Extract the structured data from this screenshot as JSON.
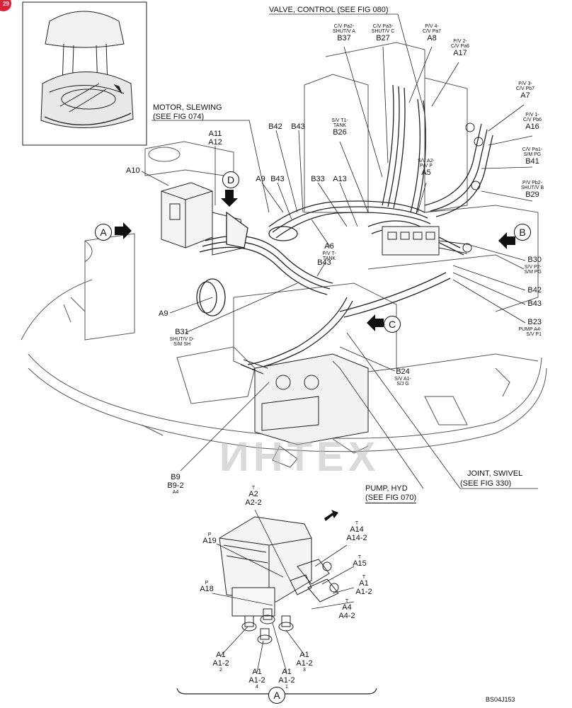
{
  "page_badge": "29",
  "watermark": "ИНТЕХ",
  "drawing_code": "BS04J153",
  "callouts": {
    "valve_control": "VALVE, CONTROL (SEE FIG 080)",
    "motor_slewing_1": "MOTOR, SLEWING",
    "motor_slewing_2": "(SEE FIG 074)",
    "pump_hyd_1": "PUMP, HYD",
    "pump_hyd_2": "(SEE FIG 070)",
    "joint_swivel_1": "JOINT, SWIVEL",
    "joint_swivel_2": "(SEE FIG 330)"
  },
  "view_markers": {
    "a": "A",
    "b": "B",
    "c": "C",
    "d": "D",
    "bottom": "A"
  },
  "labels": {
    "b37_desc1": "C/V Pa2-",
    "b37_desc2": "SHUT/V A",
    "b37": "B37",
    "b27_desc1": "C/V Pa3-",
    "b27_desc2": "SHUT/V C",
    "b27": "B27",
    "a8_desc1": "P/V 4-",
    "a8_desc2": "C/V Pa7",
    "a8": "A8",
    "a17_desc1": "P/V 2-",
    "a17_desc2": "C/V Pa6",
    "a17": "A17",
    "a7_desc1": "P/V 3-",
    "a7_desc2": "C/V Pb7",
    "a7": "A7",
    "a16_desc1": "P/V 1-",
    "a16_desc2": "C/V Pb6",
    "a16": "A16",
    "b41_desc1": "C/V Pa1-",
    "b41_desc2": "S/M PG",
    "b41": "B41",
    "b29_desc1": "P/V Pb2-",
    "b29_desc2": "SHUT/V B",
    "b29": "B29",
    "b26_desc1": "S/V T1-",
    "b26_desc2": "TANK",
    "b26": "B26",
    "a5_desc1": "S/V A2-",
    "a5_desc2": "P/V P",
    "a5": "A5",
    "b42_top": "B42",
    "b43_top": "B43",
    "a11": "A11",
    "a12": "A12",
    "a10": "A10",
    "a9_top": "A9",
    "b43_mid": "B43",
    "b33": "B33",
    "a13": "A13",
    "a6": "A6",
    "a6_desc1": "P/V T-",
    "a6_desc2": "TANK",
    "b43_low": "B43",
    "b30": "B30",
    "b30_desc1": "S/V P2-",
    "b30_desc2": "S/M PG",
    "b42_right": "B42",
    "b43_right": "B43",
    "b23": "B23",
    "b23_desc1": "PUMP A4-",
    "b23_desc2": "S/V P1",
    "a9_left": "A9",
    "b31": "B31",
    "b31_desc1": "SHUT/V D-",
    "b31_desc2": "S/M SH",
    "b24": "B24",
    "b24_desc1": "S/V A1-",
    "b24_desc2": "S/J G",
    "b9": "B9",
    "b9_2": "B9-2",
    "b9_sub": "A4",
    "d_a2_t": "T",
    "d_a2": "A2",
    "d_a2_2": "A2-2",
    "d_a19_p": "P",
    "d_a19": "A19",
    "d_a14_t": "T",
    "d_a14": "A14",
    "d_a14_2": "A14-2",
    "d_a15_t": "T",
    "d_a15": "A15",
    "d_a18_p": "P",
    "d_a18": "A18",
    "d_a1r_t": "T",
    "d_a1r": "A1",
    "d_a1r_2": "A1-2",
    "d_a4_t": "T",
    "d_a4": "A4",
    "d_a4_2": "A4-2",
    "d_a1_a": "A1",
    "d_a1_a2": "A1-2",
    "d_a1_a3": "2",
    "d_a1_b": "A1",
    "d_a1_b2": "A1-2",
    "d_a1_b3": "3",
    "d_a1_c": "A1",
    "d_a1_c2": "A1-2",
    "d_a1_c3": "4",
    "d_a1_d": "A1",
    "d_a1_d2": "A1-2",
    "d_a1_d3": "1"
  }
}
